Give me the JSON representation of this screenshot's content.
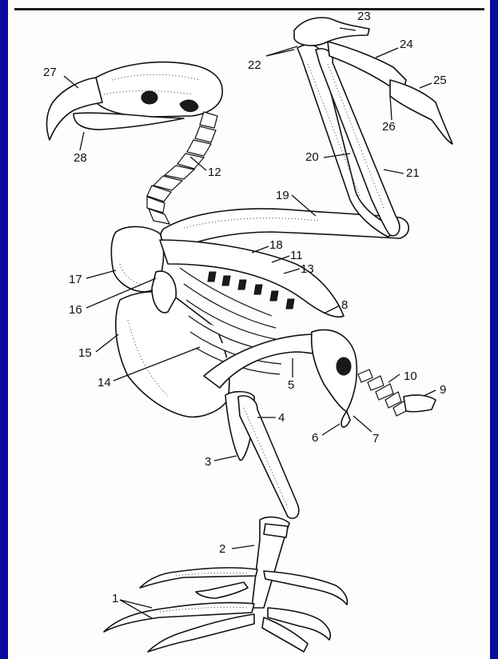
{
  "labels": [
    {
      "id": "1",
      "text": "1"
    },
    {
      "id": "2",
      "text": "2"
    },
    {
      "id": "3",
      "text": "3"
    },
    {
      "id": "4",
      "text": "4"
    },
    {
      "id": "5",
      "text": "5"
    },
    {
      "id": "6",
      "text": "6"
    },
    {
      "id": "7",
      "text": "7"
    },
    {
      "id": "8",
      "text": "8"
    },
    {
      "id": "9",
      "text": "9"
    },
    {
      "id": "10",
      "text": "10"
    },
    {
      "id": "11",
      "text": "11"
    },
    {
      "id": "12",
      "text": "12"
    },
    {
      "id": "13",
      "text": "13"
    },
    {
      "id": "14",
      "text": "14"
    },
    {
      "id": "15",
      "text": "15"
    },
    {
      "id": "16",
      "text": "16"
    },
    {
      "id": "17",
      "text": "17"
    },
    {
      "id": "18",
      "text": "18"
    },
    {
      "id": "19",
      "text": "19"
    },
    {
      "id": "20",
      "text": "20"
    },
    {
      "id": "21",
      "text": "21"
    },
    {
      "id": "22",
      "text": "22"
    },
    {
      "id": "23",
      "text": "23"
    },
    {
      "id": "24",
      "text": "24"
    },
    {
      "id": "25",
      "text": "25"
    },
    {
      "id": "26",
      "text": "26"
    },
    {
      "id": "27",
      "text": "27"
    },
    {
      "id": "28",
      "text": "28"
    }
  ],
  "colors": {
    "frame_border": "#0a0a9e",
    "paper": "#fdfdfb",
    "ink": "#111111"
  }
}
